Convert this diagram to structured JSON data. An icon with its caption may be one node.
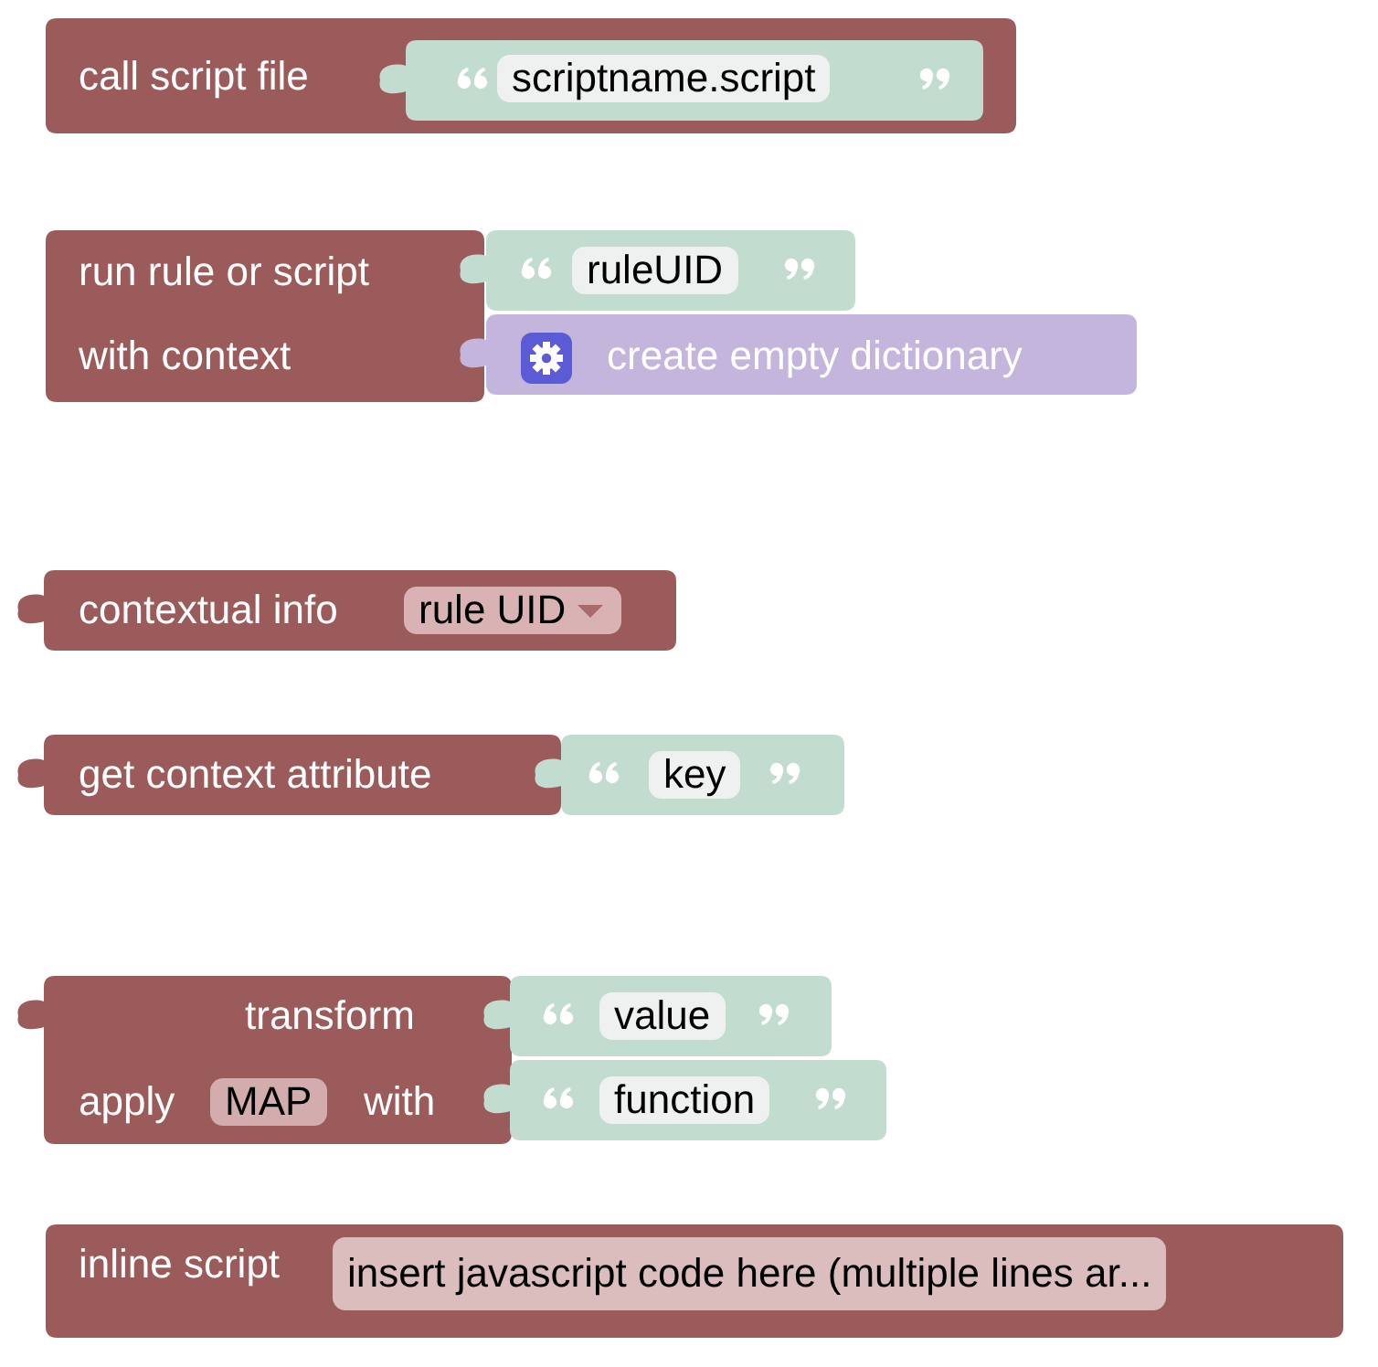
{
  "diagram": {
    "nodes": [
      {
        "text": [
          "call script file"
        ]
      },
      {
        "text": [
          "scriptname.script"
        ],
        "in": 0
      },
      {
        "text": [
          "run rule or script",
          "with context"
        ]
      },
      {
        "text": [
          "ruleUID"
        ]
      },
      {
        "text": [
          "create empty dictionary"
        ]
      },
      {
        "text": [
          "contextual info",
          "rule UID"
        ]
      },
      {
        "text": [
          "get context attribute"
        ]
      },
      {
        "text": [
          "key"
        ]
      },
      {
        "text": [
          "transform",
          "apply",
          "MAP",
          "with"
        ]
      },
      {
        "text": [
          "value"
        ]
      },
      {
        "text": [
          "function"
        ]
      },
      {
        "text": [
          "inline script",
          "insert javascript code here (multiple lines ar..."
        ]
      }
    ]
  }
}
